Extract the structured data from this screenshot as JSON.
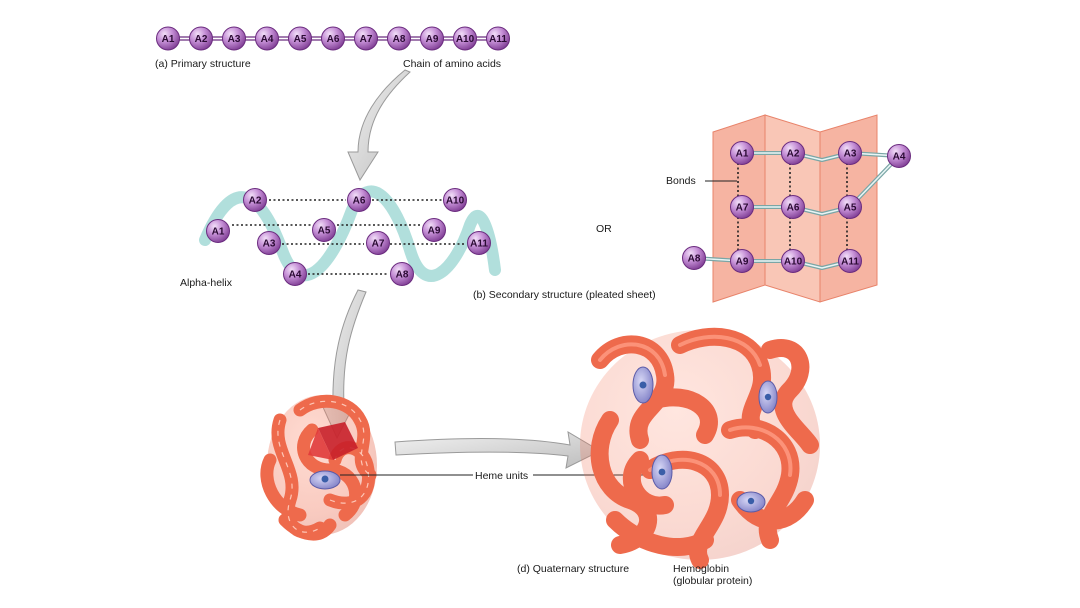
{
  "labels": {
    "primary_structure": "(a) Primary structure",
    "chain_of_amino_acids": "Chain of amino acids",
    "alpha_helix": "Alpha-helix",
    "secondary_structure": "(b) Secondary structure (pleated sheet)",
    "or": "OR",
    "bonds": "Bonds",
    "heme_units": "Heme units",
    "quaternary_structure": "(d) Quaternary structure",
    "hemoglobin": "Hemoglobin",
    "globular_protein": "(globular protein)"
  },
  "primary_chain": [
    "A1",
    "A2",
    "A3",
    "A4",
    "A5",
    "A6",
    "A7",
    "A8",
    "A9",
    "A10",
    "A11"
  ],
  "helix_beads": [
    "A1",
    "A2",
    "A3",
    "A4",
    "A5",
    "A6",
    "A7",
    "A8",
    "A9",
    "A10",
    "A11"
  ],
  "sheet_beads": [
    "A1",
    "A2",
    "A3",
    "A4",
    "A7",
    "A6",
    "A5",
    "A8",
    "A9",
    "A10",
    "A11"
  ],
  "colors": {
    "bead_fill": "#c58fd6",
    "bead_stroke": "#6b2c7f",
    "ribbon": "#a8dcd8",
    "sheet": "#f6b4a2",
    "protein": "#ee6a4c",
    "heme": "#8c8ccf"
  }
}
